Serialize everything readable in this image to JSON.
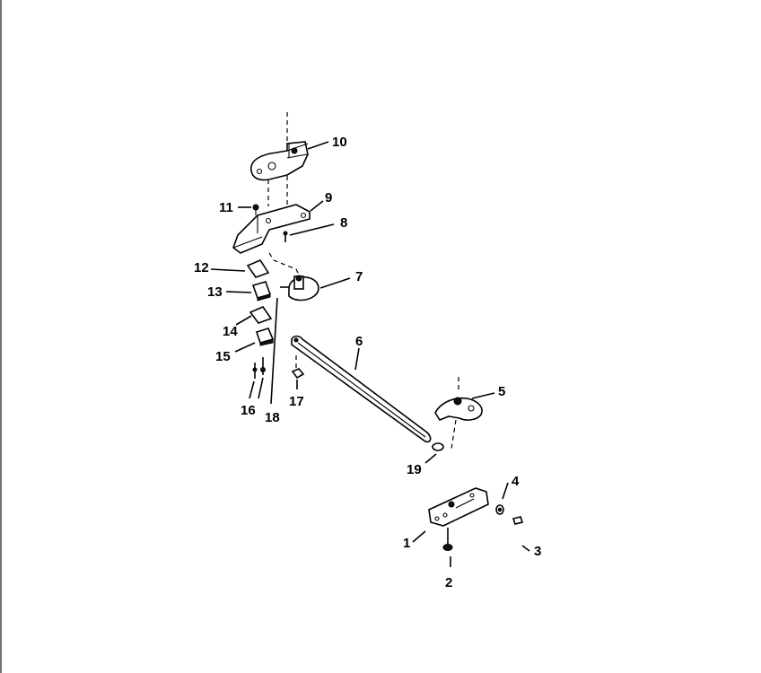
{
  "parts": [
    {
      "id": "p1",
      "label": "1"
    },
    {
      "id": "p2",
      "label": "2"
    },
    {
      "id": "p3",
      "label": "3"
    },
    {
      "id": "p4",
      "label": "4"
    },
    {
      "id": "p5",
      "label": "5"
    },
    {
      "id": "p6",
      "label": "6"
    },
    {
      "id": "p7",
      "label": "7"
    },
    {
      "id": "p8",
      "label": "8"
    },
    {
      "id": "p9",
      "label": "9"
    },
    {
      "id": "p10",
      "label": "10"
    },
    {
      "id": "p11",
      "label": "11"
    },
    {
      "id": "p12",
      "label": "12"
    },
    {
      "id": "p13",
      "label": "13"
    },
    {
      "id": "p14",
      "label": "14"
    },
    {
      "id": "p15",
      "label": "15"
    },
    {
      "id": "p16",
      "label": "16"
    },
    {
      "id": "p17",
      "label": "17"
    },
    {
      "id": "p18",
      "label": "18"
    },
    {
      "id": "p19",
      "label": "19"
    }
  ]
}
